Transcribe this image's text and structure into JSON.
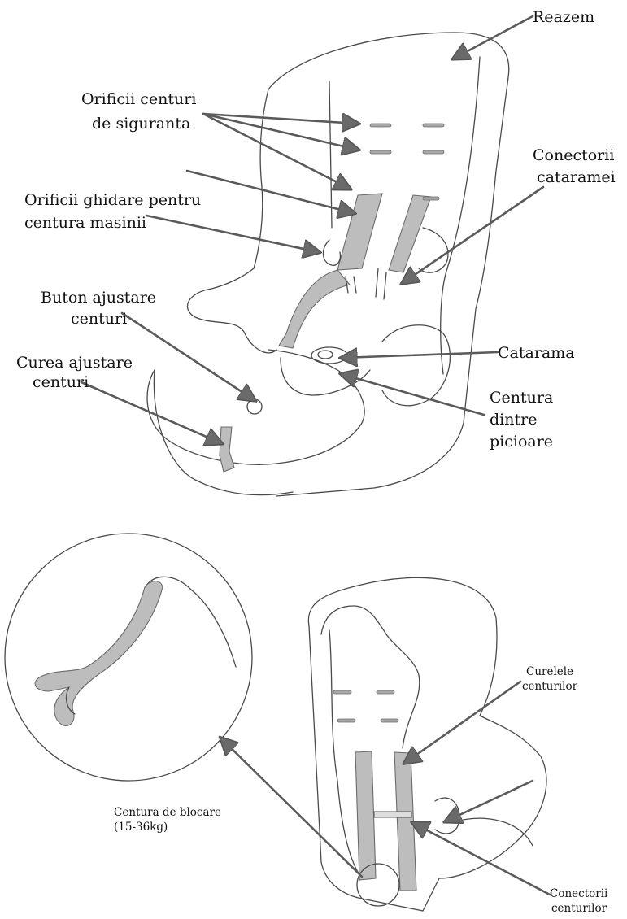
{
  "diagram": {
    "top_labels": {
      "reazem": "Reazem",
      "orificii_centuri_1": "Orificii centuri",
      "orificii_centuri_2": "de siguranta",
      "conectorii_cataramei_1": "Conectorii",
      "conectorii_cataramei_2": "cataramei",
      "orificii_ghidare_1": "Orificii ghidare pentru",
      "orificii_ghidare_2": "centura masinii",
      "buton_ajustare_1": "Buton ajustare",
      "buton_ajustare_2": "centuri",
      "catarama": "Catarama",
      "curea_ajustare_1": "Curea ajustare",
      "curea_ajustare_2": "centuri",
      "centura_picioare_1": "Centura",
      "centura_picioare_2": "dintre",
      "centura_picioare_3": "picioare"
    },
    "bottom_labels": {
      "curelele_1": "Curelele",
      "curelele_2": "centurilor",
      "centura_blocare_1": "Centura de blocare",
      "centura_blocare_2": "(15-36kg)",
      "conectorii_centurilor_1": "Conectorii",
      "conectorii_centurilor_2": "centurilor"
    },
    "colors": {
      "line": "#4a4a4a",
      "strap_fill": "#bdbdbd",
      "arrow": "#5a5a5a"
    }
  }
}
